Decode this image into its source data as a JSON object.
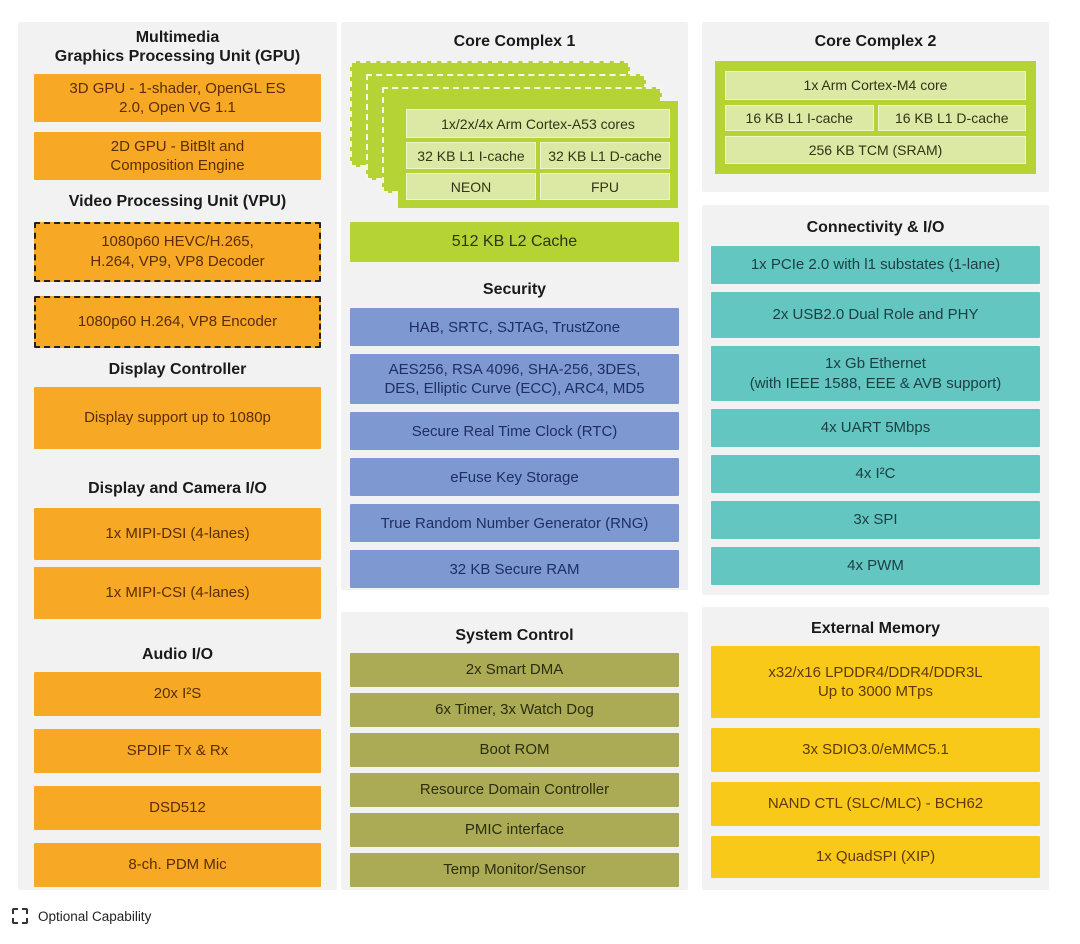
{
  "colors": {
    "orange": "#F7A825",
    "lime": "#B5D334",
    "lime_light": "#DCE9A5",
    "blue": "#7E98D1",
    "olive": "#ABAB55",
    "teal": "#63C6C1",
    "yellow": "#F9C91A",
    "panel_bg": "#F2F2F2"
  },
  "left_panel": {
    "headings": {
      "multimedia": "Multimedia\nGraphics Processing Unit (GPU)",
      "vpu": "Video Processing Unit (VPU)",
      "display_controller": "Display Controller",
      "display_camera": "Display and Camera I/O",
      "audio": "Audio I/O"
    },
    "blocks": {
      "gpu3d": "3D GPU - 1-shader, OpenGL ES\n2.0, Open VG 1.1",
      "gpu2d": "2D GPU - BitBlt and\nComposition Engine",
      "vpu_decoder": "1080p60 HEVC/H.265,\nH.264, VP9, VP8 Decoder",
      "vpu_encoder": "1080p60 H.264, VP8 Encoder",
      "display": "Display support up to 1080p",
      "mipi_dsi": "1x MIPI-DSI (4-lanes)",
      "mipi_csi": "1x MIPI-CSI (4-lanes)",
      "i2s": "20x I²S",
      "spdif": "SPDIF Tx & Rx",
      "dsd": "DSD512",
      "pdm": "8-ch. PDM Mic"
    }
  },
  "core_complex_1": {
    "title": "Core Complex 1",
    "cores": "1x/2x/4x Arm Cortex-A53 cores",
    "icache": "32 KB L1 I-cache",
    "dcache": "32 KB L1 D-cache",
    "neon": "NEON",
    "fpu": "FPU",
    "l2": "512 KB L2 Cache"
  },
  "security": {
    "title": "Security",
    "items": [
      "HAB, SRTC, SJTAG, TrustZone",
      "AES256, RSA 4096, SHA-256, 3DES,\nDES, Elliptic Curve (ECC), ARC4, MD5",
      "Secure Real Time Clock (RTC)",
      "eFuse Key Storage",
      "True Random Number Generator (RNG)",
      "32 KB Secure RAM"
    ]
  },
  "system_control": {
    "title": "System Control",
    "items": [
      "2x Smart DMA",
      "6x Timer, 3x Watch Dog",
      "Boot ROM",
      "Resource Domain Controller",
      "PMIC interface",
      "Temp Monitor/Sensor"
    ]
  },
  "core_complex_2": {
    "title": "Core Complex 2",
    "core": "1x Arm Cortex-M4 core",
    "icache": "16 KB L1 I-cache",
    "dcache": "16 KB L1 D-cache",
    "tcm": "256 KB TCM (SRAM)"
  },
  "connectivity": {
    "title": "Connectivity & I/O",
    "items": [
      "1x PCIe 2.0 with l1 substates (1-lane)",
      "2x USB2.0 Dual Role and PHY",
      "1x Gb Ethernet\n(with IEEE 1588, EEE & AVB support)",
      "4x UART 5Mbps",
      "4x I²C",
      "3x SPI",
      "4x PWM"
    ]
  },
  "external_memory": {
    "title": "External Memory",
    "items": [
      "x32/x16 LPDDR4/DDR4/DDR3L\nUp to 3000 MTps",
      "3x SDIO3.0/eMMC5.1",
      "NAND CTL (SLC/MLC) - BCH62",
      "1x QuadSPI (XIP)"
    ]
  },
  "legend": {
    "label": "Optional Capability"
  }
}
